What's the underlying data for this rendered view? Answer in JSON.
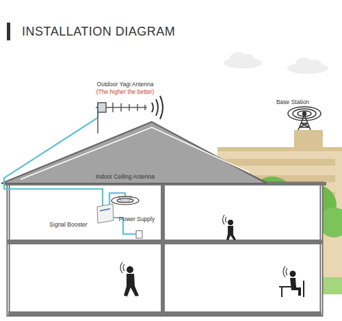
{
  "diagram": {
    "title": "INSTALLATION DIAGRAM",
    "labels": [
      "Outdoor Yagi Antenna",
      "(The higher the better)",
      "Base Station",
      "Indoor Ceiling Antenna",
      "Signal Booster",
      "Power Supply"
    ]
  }
}
